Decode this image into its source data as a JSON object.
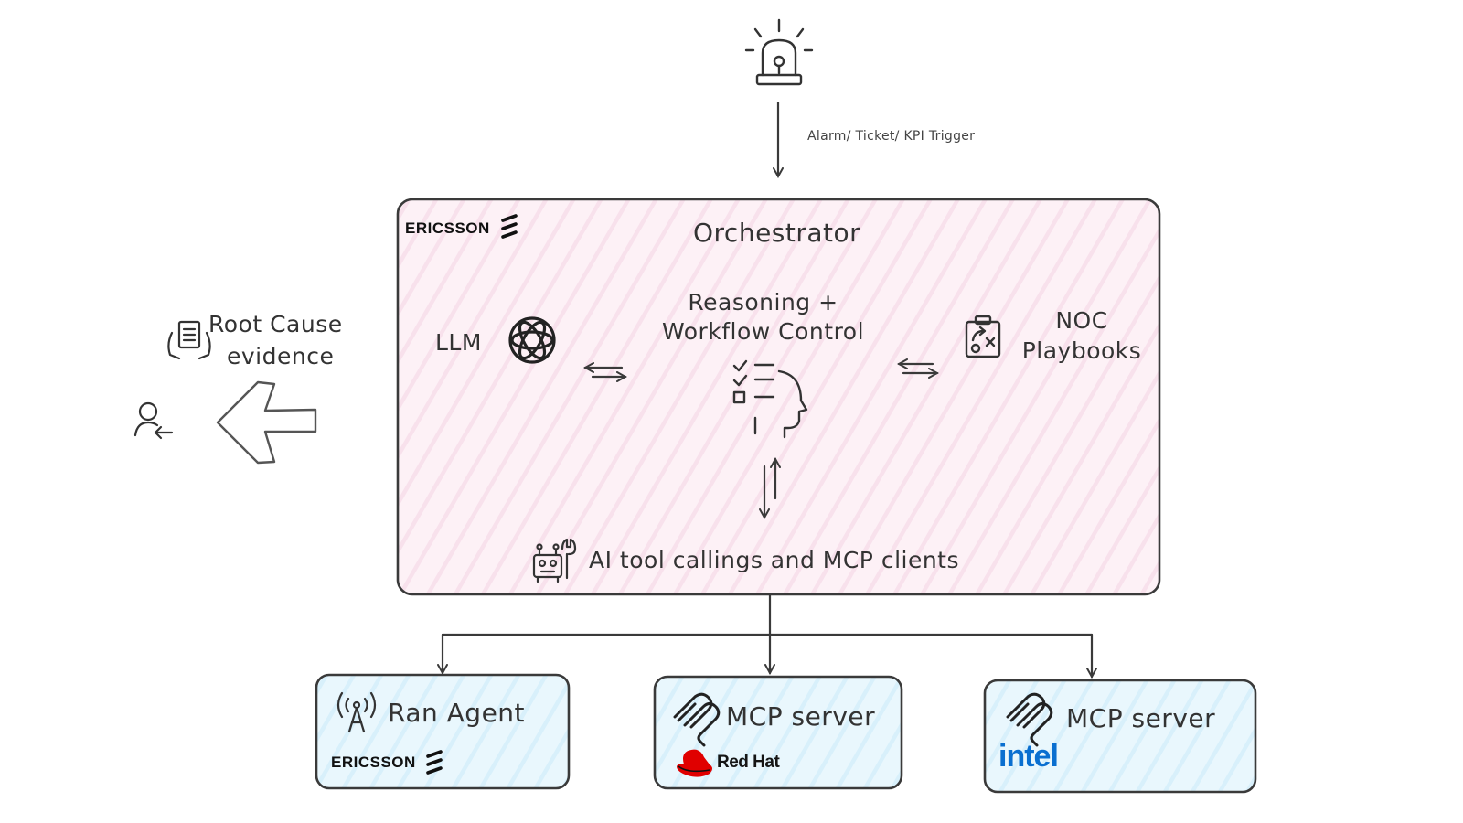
{
  "trigger": {
    "label": "Alarm/ Ticket/ KPI Trigger",
    "icon": "alarm-siren-icon"
  },
  "orchestrator": {
    "title": "Orchestrator",
    "brand": "ERICSSON",
    "fill_color": "#fdf0f6",
    "llm_label": "LLM",
    "reasoning_label_1": "Reasoning +",
    "reasoning_label_2": "Workflow Control",
    "noc_label_1": "NOC",
    "noc_label_2": "Playbooks",
    "tools_label": "AI tool callings and MCP clients"
  },
  "output": {
    "label_1": "Root Cause",
    "label_2": "evidence"
  },
  "agents": {
    "fill_color": "#e6f6fd",
    "ran": {
      "label": "Ran Agent",
      "brand": "ERICSSON"
    },
    "redhat": {
      "label": "MCP server",
      "brand": "Red Hat"
    },
    "intel": {
      "label": "MCP server",
      "brand": "intel"
    }
  }
}
